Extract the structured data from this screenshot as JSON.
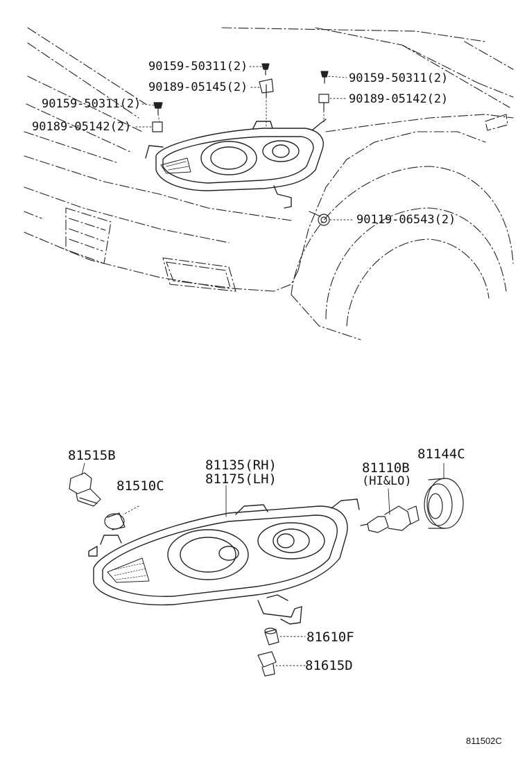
{
  "callouts": {
    "top_left_screw": "90159-50311(2)",
    "top_left_bracket": "90189-05145(2)",
    "left_screw": "90159-50311(2)",
    "left_nut": "90189-05142(2)",
    "right_screw": "90159-50311(2)",
    "right_nut": "90189-05142(2)",
    "bolt": "90119-06543(2)"
  },
  "parts": {
    "socket_front": "81515B",
    "bulb_front": "81510C",
    "unit_rh": "81135(RH)",
    "unit_lh": "81175(LH)",
    "bulb_main": "81110B",
    "bulb_main_note": "(HI&LO)",
    "cover": "81144C",
    "bulb_small": "81610F",
    "socket_small": "81615D"
  },
  "figure_ref": "811502C"
}
